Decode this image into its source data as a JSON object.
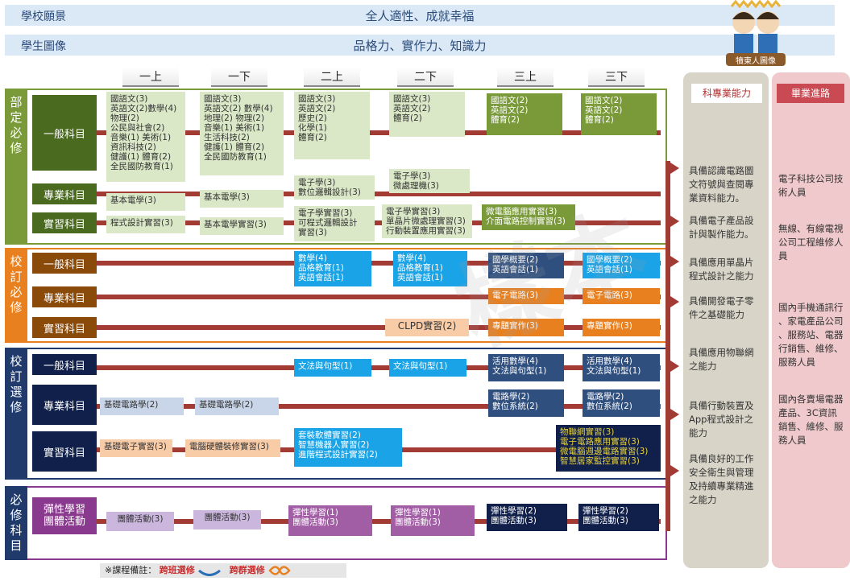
{
  "vision": {
    "label": "學校願景",
    "value": "全人適性、成就幸福"
  },
  "portrait": {
    "label": "學生圖像",
    "value": "品格力、實作力、知識力"
  },
  "logo_text": "犢東人圖像",
  "semesters": [
    "一上",
    "一下",
    "二上",
    "二下",
    "三上",
    "三下"
  ],
  "sections": {
    "required": {
      "label": "部\n定\n必\n修",
      "rows": [
        "一般科目",
        "專業科目",
        "實習科目"
      ]
    },
    "school_required": {
      "label": "校\n訂\n必\n修",
      "rows": [
        "一般科目",
        "專業科目",
        "實習科目"
      ]
    },
    "school_elective": {
      "label": "校\n訂\n選\n修",
      "rows": [
        "一般科目",
        "專業科目",
        "實習科目"
      ]
    },
    "compulsory": {
      "label": "必\n修\n科\n目",
      "rows": [
        "彈性學習\n團體活動"
      ]
    }
  },
  "boxes": {
    "r1_general": [
      "國語文(3)\n英語文(2)數學(4)\n物理(2)\n公民與社會(2)\n音樂(1) 美術(1)\n資訊科技(2)\n健護(1) 體育(2)\n全民國防教育(1)",
      "國語文(3)\n英語文(2) 數學(4)\n地理(2) 物理(2)\n音樂(1) 美術(1)\n生活科技(2)\n健護(1) 體育(2)\n全民國防教育(1)",
      "國語文(3)\n英語文(2)\n歷史(2)\n化學(1)\n體育(2)",
      "國語文(3)\n英語文(2)\n體育(2)",
      "國語文(2)\n英語文(2)\n體育(2)",
      "國語文(2)\n英語文(2)\n體育(2)"
    ],
    "r1_prof": [
      "基本電學(3)",
      "基本電學(3)",
      "電子學(3)\n數位邏輯設計(3)",
      "電子學(3)\n微處理機(3)"
    ],
    "r1_prac": [
      "程式設計實習(3)",
      "基本電學實習(3)",
      "電子學實習(3)\n可程式邏輯設計\n實習(3)",
      "電子學實習(3)\n單晶片微處理實習(3)\n行動裝置應用實習(3)",
      "微電腦應用實習(3)\n介面電路控制實習(3)"
    ],
    "r2_general": [
      "數學(4)\n品格教育(1)\n英語會話(1)",
      "數學(4)\n品格教育(1)\n英語會話(1)",
      "國學概要(2)\n英語會話(1)",
      "國學概要(2)\n英語會話(1)"
    ],
    "r2_prof": [
      "電子電路(3)",
      "電子電路(3)"
    ],
    "r2_prac": [
      "CLPD實習(2)",
      "專題實作(3)",
      "專題實作(3)"
    ],
    "r3_general": [
      "文法與句型(1)",
      "文法與句型(1)",
      "活用數學(4)\n文法與句型(1)",
      "活用數學(4)\n文法與句型(1)"
    ],
    "r3_prof": [
      "基礎電路學(2)",
      "基礎電路學(2)",
      "電路學(2)\n數位系統(2)",
      "電路學(2)\n數位系統(2)"
    ],
    "r3_prac": [
      "基礎電子實習(3)",
      "電腦硬體裝修實習(3)",
      "套裝軟體實習(2)\n智慧機器人實習(2)\n進階程式設計實習(2)",
      "物聯網實習(3)\n電子電路應用實習(3)\n微電腦週邊電路實習(3)\n智慧居家監控實習(3)"
    ],
    "r4": [
      "團體活動(3)",
      "團體活動(3)",
      "彈性學習(1)\n團體活動(3)",
      "彈性學習(1)\n團體活動(3)",
      "彈性學習(2)\n團體活動(3)",
      "彈性學習(2)\n團體活動(3)"
    ]
  },
  "side": {
    "ability_title": "科專業能力",
    "abilities": [
      "具備認識電路圖\n文符號與查閱專\n業資料能力。",
      "具備電子產品設\n計與製作能力。",
      "具備應用單晶片\n程式設計之能力",
      "具備開發電子零\n件之基礎能力",
      "具備應用物聯網\n之能力",
      "具備行動裝置及\nApp程式設計之\n能力",
      "具備良好的工作\n安全衛生與管理\n及持續專業精進\n之能力"
    ],
    "career_title": "畢業進路",
    "careers": [
      "電子科技公司技\n術人員",
      "無線、有線電視\n公司工程維修人\n員",
      "國內手機通訊行\n、家電產品公司\n、服務站、電器\n行銷售、維修、\n服務人員",
      "國內各賣場電器\n產品、3C資訊\n銷售、維修、服\n務人員"
    ]
  },
  "footer": {
    "prefix": "※課程備註：",
    "cross_class": "跨班選修",
    "cross_group": "跨群選修"
  },
  "watermark": "樣本",
  "colors": {
    "green": "#7a9a3a",
    "orange": "#e8801f",
    "navy": "#1f3a6b",
    "purple": "#8a3a8e",
    "arrow": "#a33b35"
  }
}
